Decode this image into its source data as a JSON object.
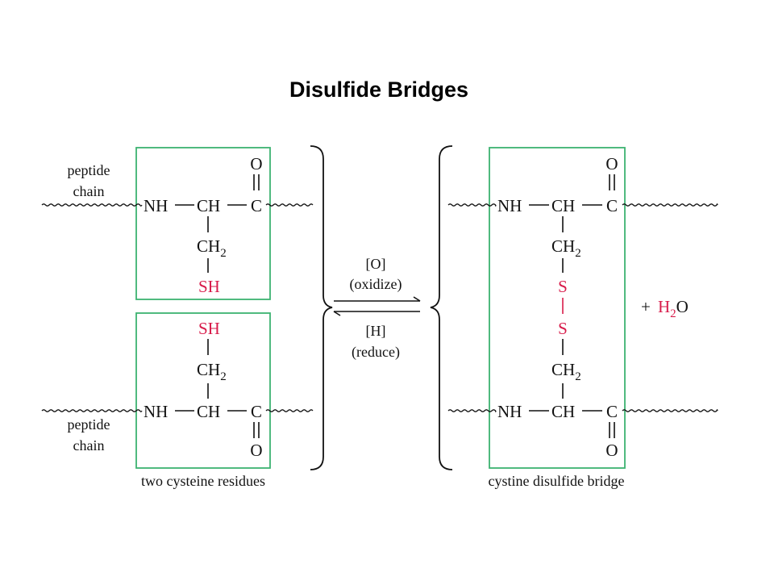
{
  "title": "Disulfide Bridges",
  "labels": {
    "peptide_top": [
      "peptide",
      "chain"
    ],
    "peptide_bottom": [
      "peptide",
      "chain"
    ],
    "left_caption": "two cysteine residues",
    "right_caption": "cystine disulfide bridge"
  },
  "atoms": {
    "O": "O",
    "C": "C",
    "NH": "NH",
    "CH": "CH",
    "CH2_main": "CH",
    "CH2_sub": "2",
    "SH": "SH",
    "S": "S",
    "H2_main": "H",
    "H2_sub": "2",
    "H2O_O": "O"
  },
  "reaction": {
    "forward_reagent": "[O]",
    "forward_label": "(oxidize)",
    "reverse_reagent": "[H]",
    "reverse_label": "(reduce)",
    "plus": "+"
  },
  "colors": {
    "box": "#3cb371",
    "highlight": "#d81b4a",
    "text": "#111111"
  }
}
